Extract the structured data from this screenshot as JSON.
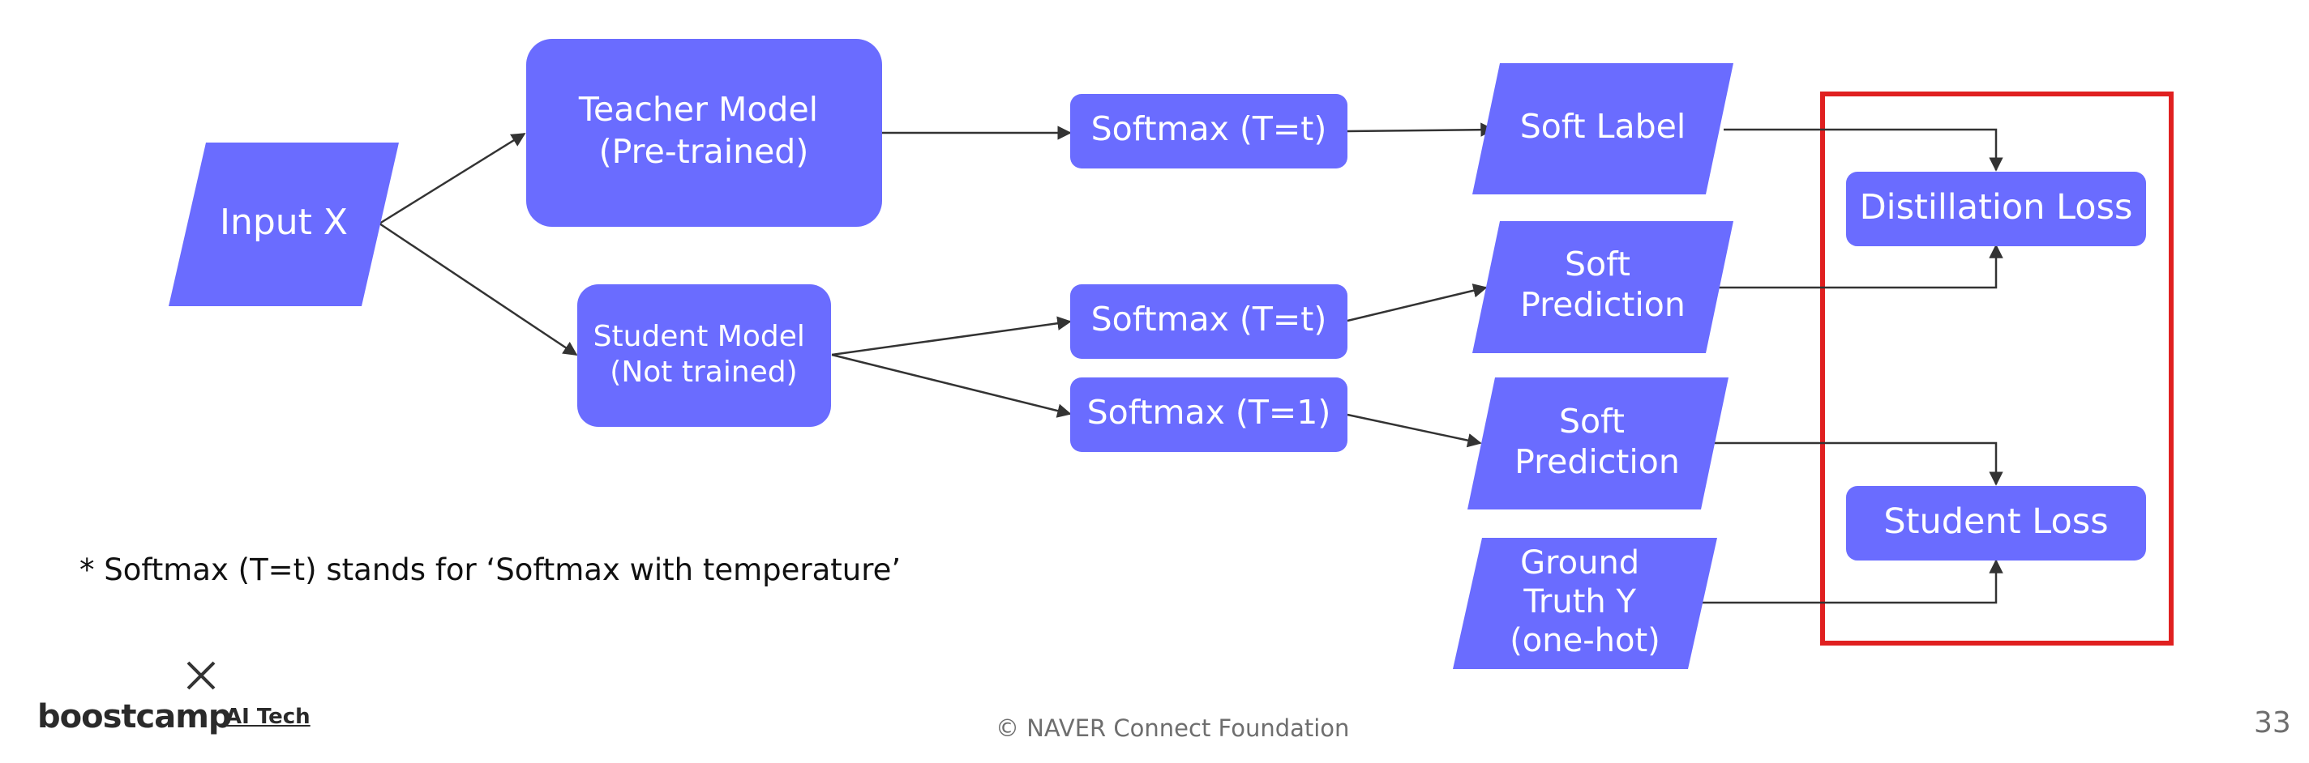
{
  "colors": {
    "node_fill": "#6a6cff",
    "node_text": "#ffffff",
    "edge": "#333333",
    "highlight_border": "#e02020"
  },
  "nodes": {
    "input_x": [
      "Input X"
    ],
    "teacher_model": [
      "Teacher Model",
      "(Pre-trained)"
    ],
    "student_model": [
      "Student Model",
      "(Not trained)"
    ],
    "softmax_teacher": [
      "Softmax (T=t)"
    ],
    "softmax_student_t": [
      "Softmax (T=t)"
    ],
    "softmax_student_1": [
      "Softmax (T=1)"
    ],
    "soft_label": [
      "Soft Label"
    ],
    "soft_prediction_t": [
      "Soft",
      "Prediction"
    ],
    "soft_prediction_1": [
      "Soft",
      "Prediction"
    ],
    "ground_truth": [
      "Ground",
      "Truth Y",
      "(one-hot)"
    ],
    "distillation_loss": [
      "Distillation Loss"
    ],
    "student_loss": [
      "Student Loss"
    ]
  },
  "note": "* Softmax (T=t) stands for ‘Softmax with temperature’",
  "footer": {
    "brand_name": "boostcamp",
    "brand_sub": "AI Tech",
    "copyright": "©  NAVER Connect Foundation",
    "page_number": "33"
  }
}
